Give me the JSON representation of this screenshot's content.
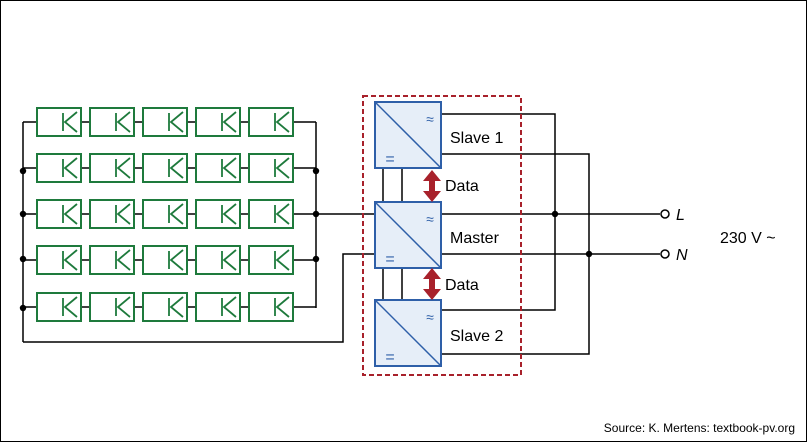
{
  "diagram": {
    "inverters": [
      {
        "label": "Slave 1"
      },
      {
        "label": "Master"
      },
      {
        "label": "Slave 2"
      }
    ],
    "data_links": [
      {
        "label": "Data"
      },
      {
        "label": "Data"
      }
    ],
    "terminals": [
      {
        "label": "L"
      },
      {
        "label": "N"
      }
    ],
    "voltage": "230 V ~",
    "symbols": {
      "ac": "≈",
      "dc": "="
    },
    "pv_array": {
      "rows": 5,
      "cols": 5
    },
    "colors": {
      "module": "#1e7a3c",
      "inverter": "#2e5fa8",
      "inverter_fill": "#e6eef8",
      "group_border": "#a8212b",
      "data_arrow": "#a8212b",
      "wire": "#000000"
    }
  },
  "source": "Source: K. Mertens: textbook-pv.org"
}
